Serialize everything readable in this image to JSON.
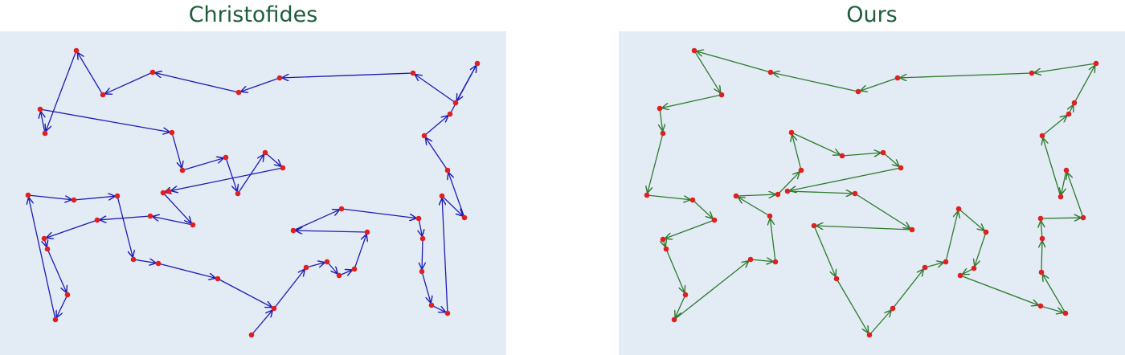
{
  "panels": [
    {
      "title": "Christofides",
      "edge_color": "#1c1cb4",
      "node_color": "#e02020",
      "background": "#e3ecf5",
      "tour": [
        [
          313,
          417
        ],
        [
          341,
          384
        ],
        [
          381,
          333
        ],
        [
          407,
          326
        ],
        [
          422,
          343
        ],
        [
          441,
          335
        ],
        [
          457,
          289
        ],
        [
          365,
          287
        ],
        [
          425,
          260
        ],
        [
          521,
          272
        ],
        [
          526,
          297
        ],
        [
          525,
          338
        ],
        [
          537,
          380
        ],
        [
          557,
          390
        ],
        [
          550,
          244
        ],
        [
          578,
          271
        ],
        [
          557,
          212
        ],
        [
          528,
          169
        ],
        [
          560,
          142
        ],
        [
          594,
          79
        ],
        [
          567,
          128
        ],
        [
          514,
          91
        ],
        [
          348,
          97
        ],
        [
          297,
          115
        ],
        [
          190,
          90
        ],
        [
          128,
          118
        ],
        [
          95,
          63
        ],
        [
          56,
          166
        ],
        [
          50,
          136
        ],
        [
          214,
          165
        ],
        [
          227,
          212
        ],
        [
          281,
          196
        ],
        [
          296,
          241
        ],
        [
          330,
          190
        ],
        [
          352,
          209
        ],
        [
          210,
          238
        ],
        [
          203,
          240
        ],
        [
          240,
          280
        ],
        [
          187,
          269
        ],
        [
          121,
          274
        ],
        [
          55,
          297
        ],
        [
          59,
          310
        ],
        [
          84,
          367
        ],
        [
          69,
          398
        ],
        [
          35,
          243
        ],
        [
          92,
          249
        ],
        [
          146,
          244
        ],
        [
          166,
          323
        ],
        [
          197,
          328
        ],
        [
          271,
          347
        ],
        [
          341,
          384
        ]
      ]
    },
    {
      "title": "Ours",
      "edge_color": "#2d7a2d",
      "node_color": "#e02020",
      "background": "#e3ecf5",
      "tour": [
        [
          94,
          63
        ],
        [
          128,
          118
        ],
        [
          51,
          135
        ],
        [
          55,
          166
        ],
        [
          35,
          243
        ],
        [
          92,
          249
        ],
        [
          119,
          274
        ],
        [
          55,
          298
        ],
        [
          59,
          310
        ],
        [
          83,
          367
        ],
        [
          69,
          398
        ],
        [
          164,
          323
        ],
        [
          195,
          326
        ],
        [
          188,
          269
        ],
        [
          146,
          244
        ],
        [
          198,
          242
        ],
        [
          227,
          212
        ],
        [
          215,
          165
        ],
        [
          278,
          194
        ],
        [
          329,
          190
        ],
        [
          351,
          209
        ],
        [
          210,
          238
        ],
        [
          294,
          241
        ],
        [
          365,
          286
        ],
        [
          243,
          281
        ],
        [
          271,
          347
        ],
        [
          312,
          417
        ],
        [
          341,
          384
        ],
        [
          381,
          333
        ],
        [
          407,
          326
        ],
        [
          423,
          260
        ],
        [
          457,
          289
        ],
        [
          442,
          334
        ],
        [
          425,
          343
        ],
        [
          525,
          381
        ],
        [
          556,
          390
        ],
        [
          526,
          339
        ],
        [
          527,
          297
        ],
        [
          525,
          272
        ],
        [
          578,
          271
        ],
        [
          557,
          212
        ],
        [
          550,
          245
        ],
        [
          527,
          169
        ],
        [
          560,
          142
        ],
        [
          567,
          128
        ],
        [
          594,
          79
        ],
        [
          514,
          91
        ],
        [
          347,
          97
        ],
        [
          298,
          114
        ],
        [
          189,
          90
        ],
        [
          94,
          63
        ]
      ]
    }
  ]
}
